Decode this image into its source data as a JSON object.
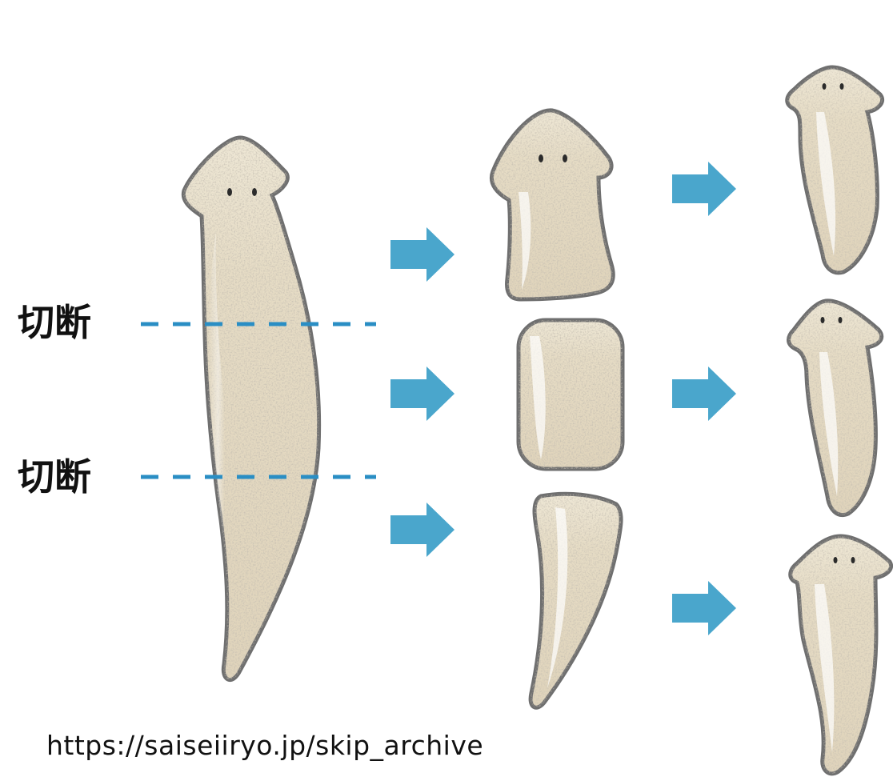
{
  "labels": {
    "cut_top": "切断",
    "cut_bottom": "切断"
  },
  "source_url": "https://saiseiiryo.jp/skip_archive",
  "colors": {
    "body_fill": "#e7ddc6",
    "body_head": "#efe8d6",
    "outline": "#6f6f6f",
    "speckle": "#a89f8c",
    "arrow": "#4aa6cc",
    "cut_line": "#2a8ec4",
    "text": "#111111"
  },
  "icons": {
    "arrow": "right-arrow-icon",
    "eye": "eye-spot"
  }
}
